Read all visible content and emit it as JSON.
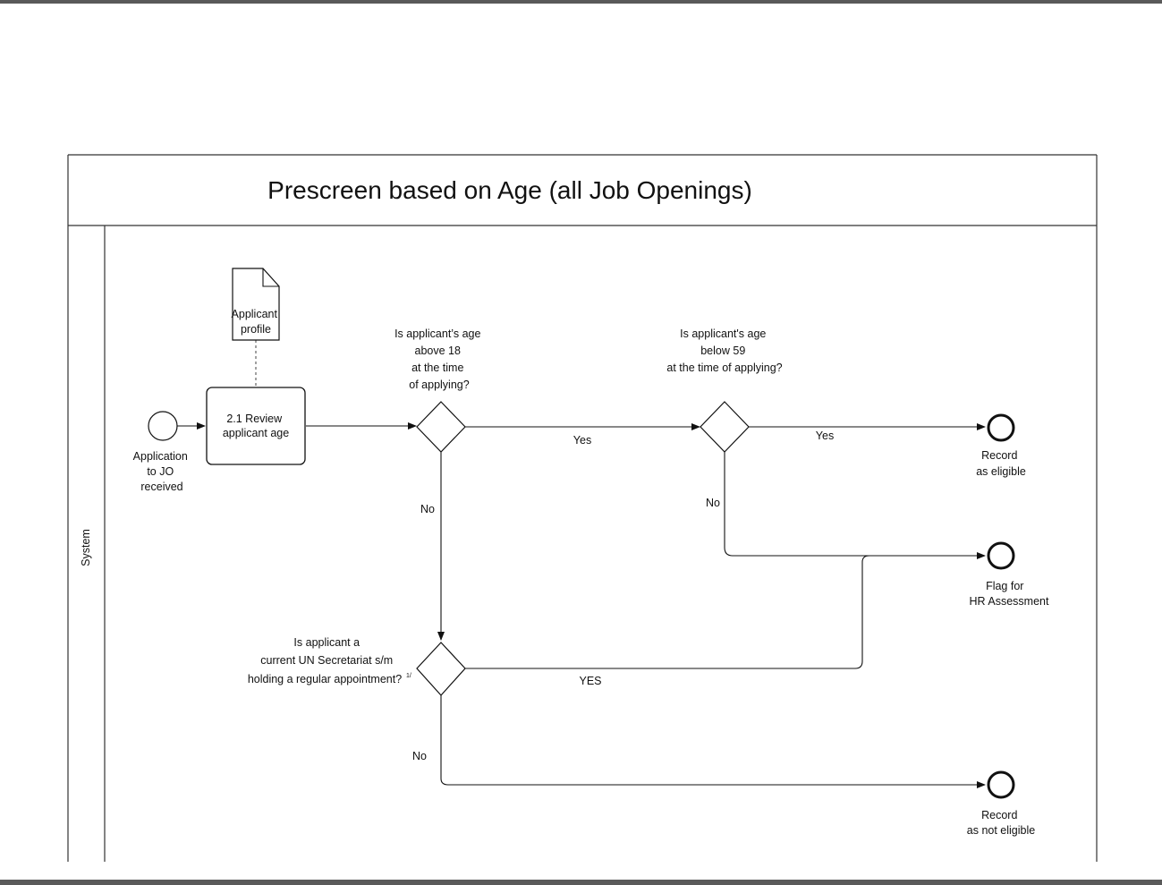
{
  "title": "Prescreen based on Age (all Job Openings)",
  "lane": "System",
  "nodes": {
    "start": [
      "Application",
      "to JO",
      "received"
    ],
    "task": [
      "2.1 Review",
      "applicant age"
    ],
    "document": [
      "Applicant",
      "profile"
    ],
    "gateway_age18": [
      "Is applicant’s age",
      "above 18",
      "at the time",
      "of applying?"
    ],
    "gateway_age59": [
      "Is applicant's age",
      "below 59",
      "at the time of applying?"
    ],
    "gateway_un": [
      "Is applicant a",
      "current UN Secretariat s/m",
      "holding a regular appointment?"
    ],
    "gateway_un_footnote": "1/",
    "end_eligible": [
      "Record",
      "as eligible"
    ],
    "end_flag": [
      "Flag for",
      "HR Assessment"
    ],
    "end_not_eligible": [
      "Record",
      "as not eligible"
    ]
  },
  "edges": {
    "age18_yes": "Yes",
    "age18_no": "No",
    "age59_yes": "Yes",
    "age59_no": "No",
    "un_yes": "YES",
    "un_no": "No"
  }
}
